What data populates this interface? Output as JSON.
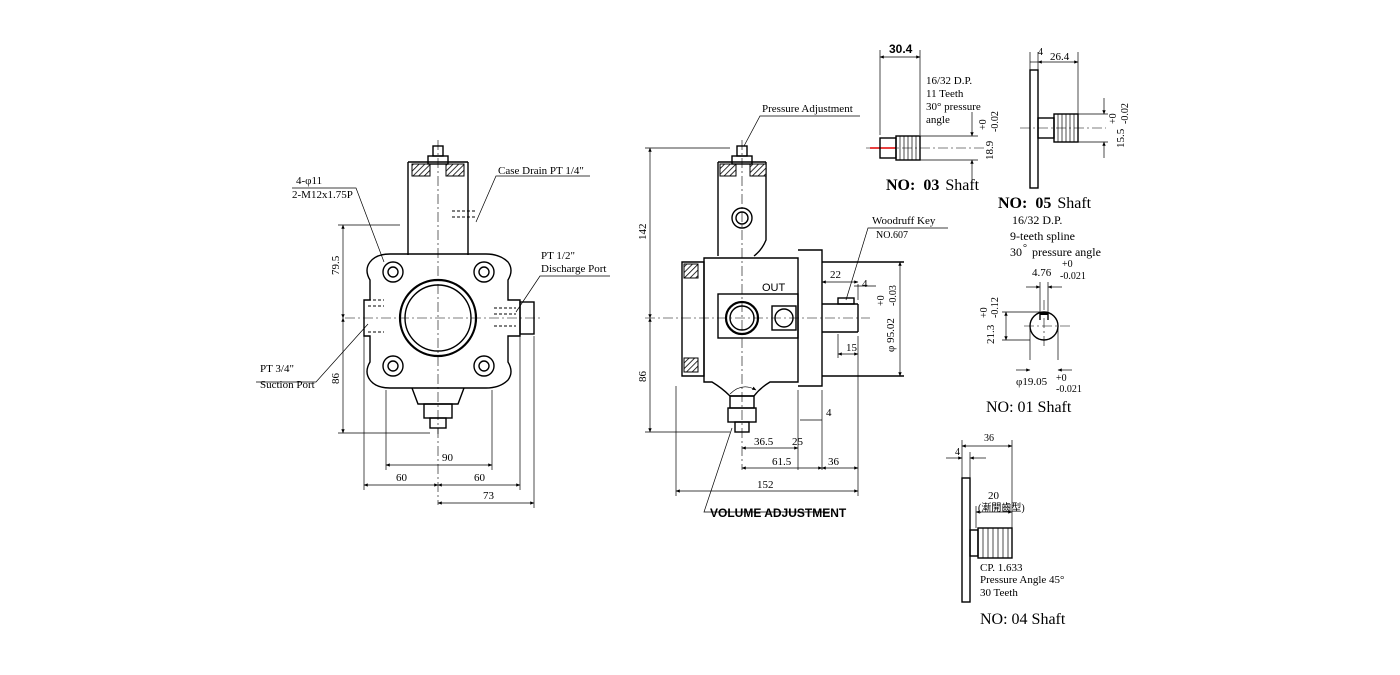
{
  "front_view": {
    "holes_label": "4-φ11",
    "thread_label": "2-M12x1.75P",
    "case_drain_label": "Case Drain PT 1/4\"",
    "discharge_label_1": "PT 1/2\"",
    "discharge_label_2": "Discharge Port",
    "suction_label_1": "PT 3/4\"",
    "suction_label_2": "Suction Port",
    "dims": {
      "d79_5": "79.5",
      "d86": "86",
      "d90": "90",
      "d60_left": "60",
      "d60_right": "60",
      "d73": "73"
    }
  },
  "side_view": {
    "pressure_adjustment_label": "Pressure Adjustment",
    "woodruff_key_label": "Woodruff  Key",
    "woodruff_key_no": "NO.607",
    "out_label": "OUT",
    "volume_adjustment_label": "VOLUME ADJUSTMENT",
    "dims": {
      "d142": "142",
      "d86": "86",
      "d22": "22",
      "d4_top": "4",
      "d15": "15",
      "dia_95": "φ 95.02",
      "tol_95_plus": "+0",
      "tol_95_minus": "-0.03",
      "d4_bottom": "4",
      "d36_5": "36.5",
      "d25": "25",
      "d61_5": "61.5",
      "d36": "36",
      "d152": "152"
    }
  },
  "shaft03": {
    "dim_width": "30.4",
    "spec_1": "16/32 D.P.",
    "spec_2": "11 Teeth",
    "spec_3": "30° pressure",
    "spec_4": "angle",
    "dia": "18.9",
    "tol_plus": "+0",
    "tol_minus": "-0.02",
    "title_no": "NO:",
    "title_num": "03",
    "title_word": "Shaft"
  },
  "shaft05": {
    "dim_4": "4",
    "dim_26_4": "26.4",
    "dia": "15.5",
    "tol_plus": "+0",
    "tol_minus": "-0.02",
    "title_no": "NO:",
    "title_num": "05",
    "title_word": "Shaft",
    "spec_1": "16/32 D.P.",
    "spec_2": "9-teeth spline",
    "spec_3": "30",
    "spec_3b": "pressure angle"
  },
  "shaft01": {
    "key_width": "4.76",
    "key_tol_plus": "+0",
    "key_tol_minus": "-0.021",
    "height": "21.3",
    "height_tol_plus": "+0",
    "height_tol_minus": "-0.12",
    "dia": "φ19.05",
    "dia_tol_plus": "+0",
    "dia_tol_minus": "-0.021",
    "title": "NO: 01 Shaft"
  },
  "shaft04": {
    "dim_36": "36",
    "dim_4": "4",
    "dim_20": "20",
    "dim_20_note": "(漸開齒型)",
    "spec_1": "CP. 1.633",
    "spec_2": "Pressure Angle 45°",
    "spec_3": "30 Teeth",
    "title": "NO: 04 Shaft"
  }
}
